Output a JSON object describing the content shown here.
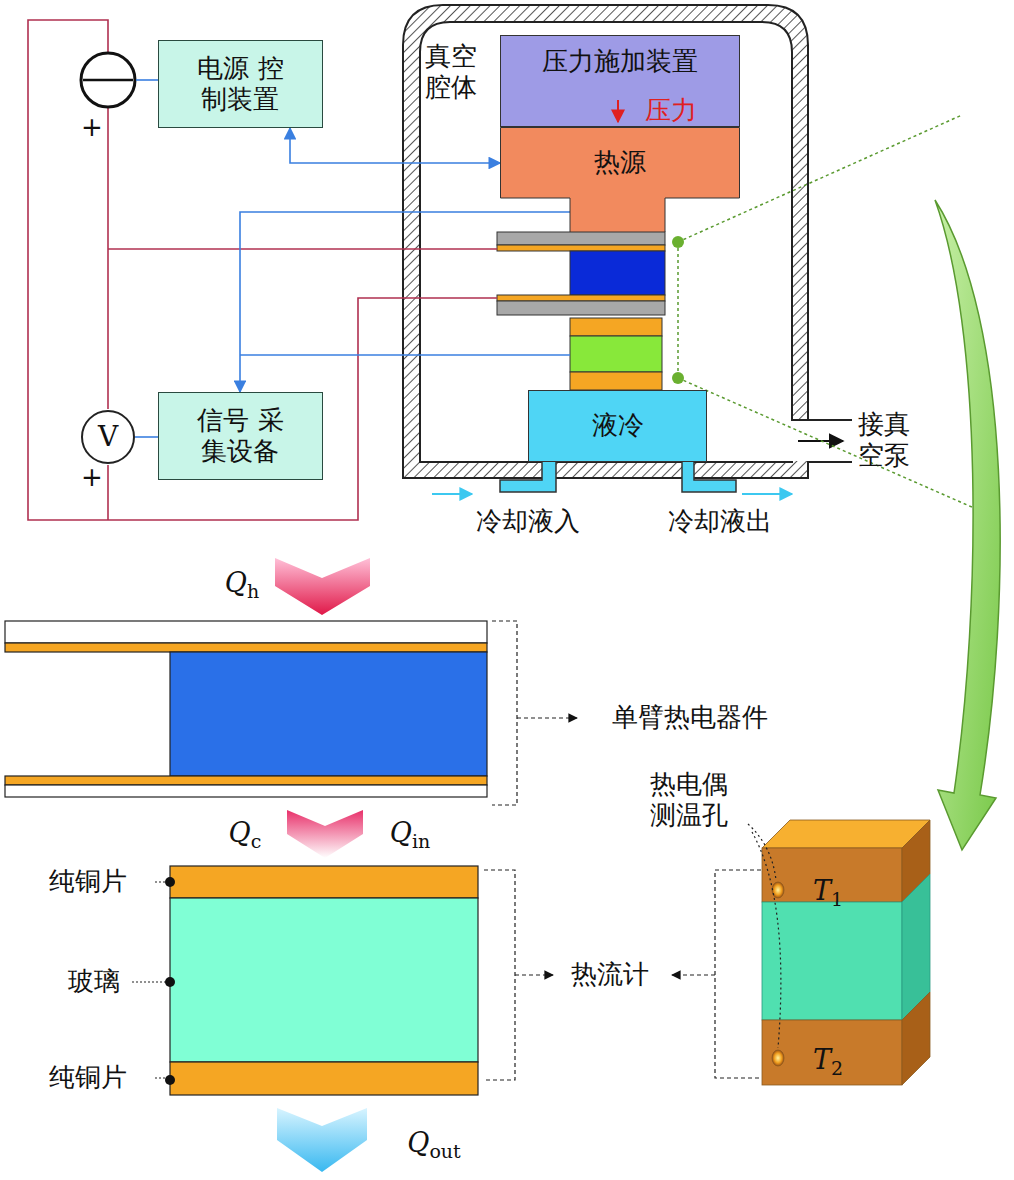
{
  "diagram": {
    "nodes": [
      {
        "text": [
          "真空 腔体"
        ]
      },
      {
        "text": [
          "压力施加装置",
          "压力"
        ],
        "in": 0
      },
      {
        "text": [
          "热源"
        ],
        "in": 0
      },
      {
        "text": [
          "液冷"
        ],
        "in": 0
      },
      {
        "text": [
          "电源 控制装置"
        ]
      },
      {
        "text": [
          "V"
        ]
      },
      {
        "text": [
          "信号 采集设备"
        ]
      }
    ],
    "edges": [
      {
        "from": 4,
        "to": 2,
        "arrow": "both"
      },
      {
        "from": 2,
        "to": 6,
        "arrow": "to"
      },
      {
        "from": 5,
        "to": 6,
        "arrow": "none"
      }
    ],
    "labels": [
      "+",
      "+",
      "接真 空泵",
      "冷却液入",
      "冷却液出",
      "Qh",
      "单臂热电器件",
      "Qc",
      "Qin",
      "纯铜片",
      "玻璃",
      "纯铜片",
      "热流计",
      "Qout",
      "热电偶 测温孔",
      "T1",
      "T2"
    ]
  }
}
